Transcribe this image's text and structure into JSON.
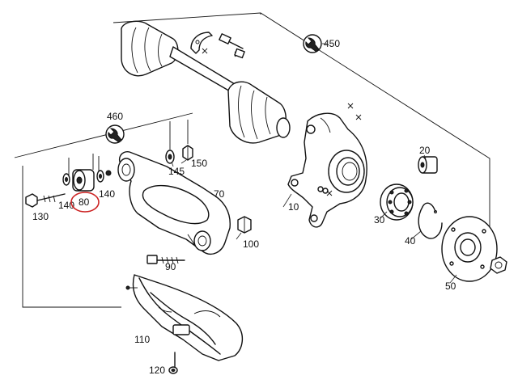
{
  "diagram": {
    "highlight_color": "#cc2222",
    "callouts": {
      "p450": "450",
      "p460": "460",
      "p10": "10",
      "p20": "20",
      "p30": "30",
      "p40": "40",
      "p50": "50",
      "p70": "70",
      "p80": "80",
      "p90": "90",
      "p100": "100",
      "p110": "110",
      "p120": "120",
      "p130": "130",
      "p140a": "140",
      "p140b": "140",
      "p145": "145",
      "p150": "150"
    },
    "highlighted_callout": "80",
    "icons": [
      "wrench-icon",
      "wrench-icon"
    ]
  }
}
